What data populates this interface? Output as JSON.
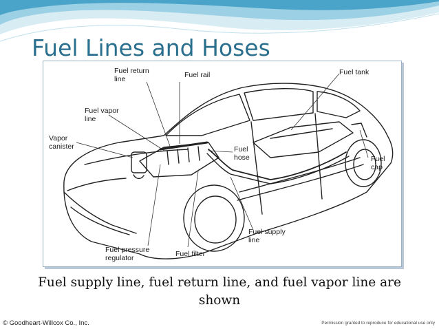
{
  "slide": {
    "title": "Fuel Lines and Hoses",
    "caption": "Fuel supply line, fuel return line, and fuel vapor line are shown",
    "footer_left": "© Goodheart-Willcox Co., Inc.",
    "footer_right": "Permission granted to reproduce for educational use only",
    "accent_color": "#2a6f8e"
  },
  "diagram": {
    "labels": {
      "fuel_return_line": "Fuel return\nline",
      "fuel_rail": "Fuel rail",
      "fuel_tank": "Fuel tank",
      "fuel_vapor_line": "Fuel vapor\nline",
      "vapor_canister": "Vapor\ncanister",
      "fuel_hose": "Fuel\nhose",
      "fuel_cap": "Fuel\ncap",
      "fuel_supply_line": "Fuel supply\nline",
      "fuel_pressure_regulator": "Fuel pressure\nregulator",
      "fuel_filter": "Fuel filter"
    }
  }
}
